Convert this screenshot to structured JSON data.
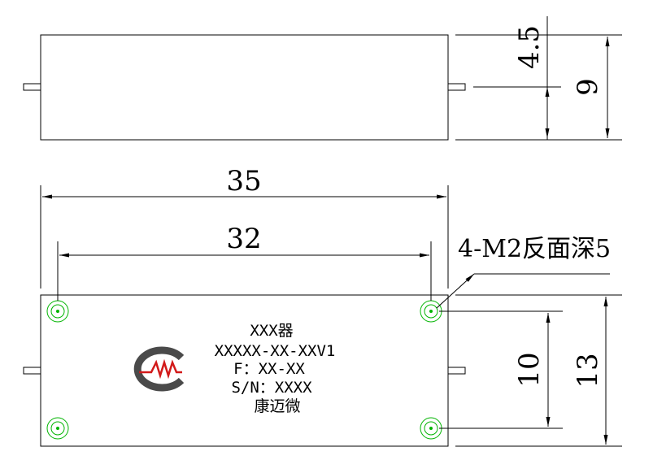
{
  "dimensions": {
    "overall_length": "35",
    "hole_spacing_length": "32",
    "height": "9",
    "pin_height": "4.5",
    "overall_width": "13",
    "hole_spacing_width": "10"
  },
  "callout": {
    "hole_note": "4-M2反面深5"
  },
  "label": {
    "product": "XXX器",
    "model": "XXXXX-XX-XXV1",
    "frequency": "F：XX-XX",
    "serial": "S/N：XXXX",
    "company": "康迈微"
  },
  "logo": {
    "ring_color": "#4a4a4a",
    "wave_color": "#d21a1a"
  },
  "colors": {
    "line": "#000000",
    "holes": "#00b400"
  }
}
